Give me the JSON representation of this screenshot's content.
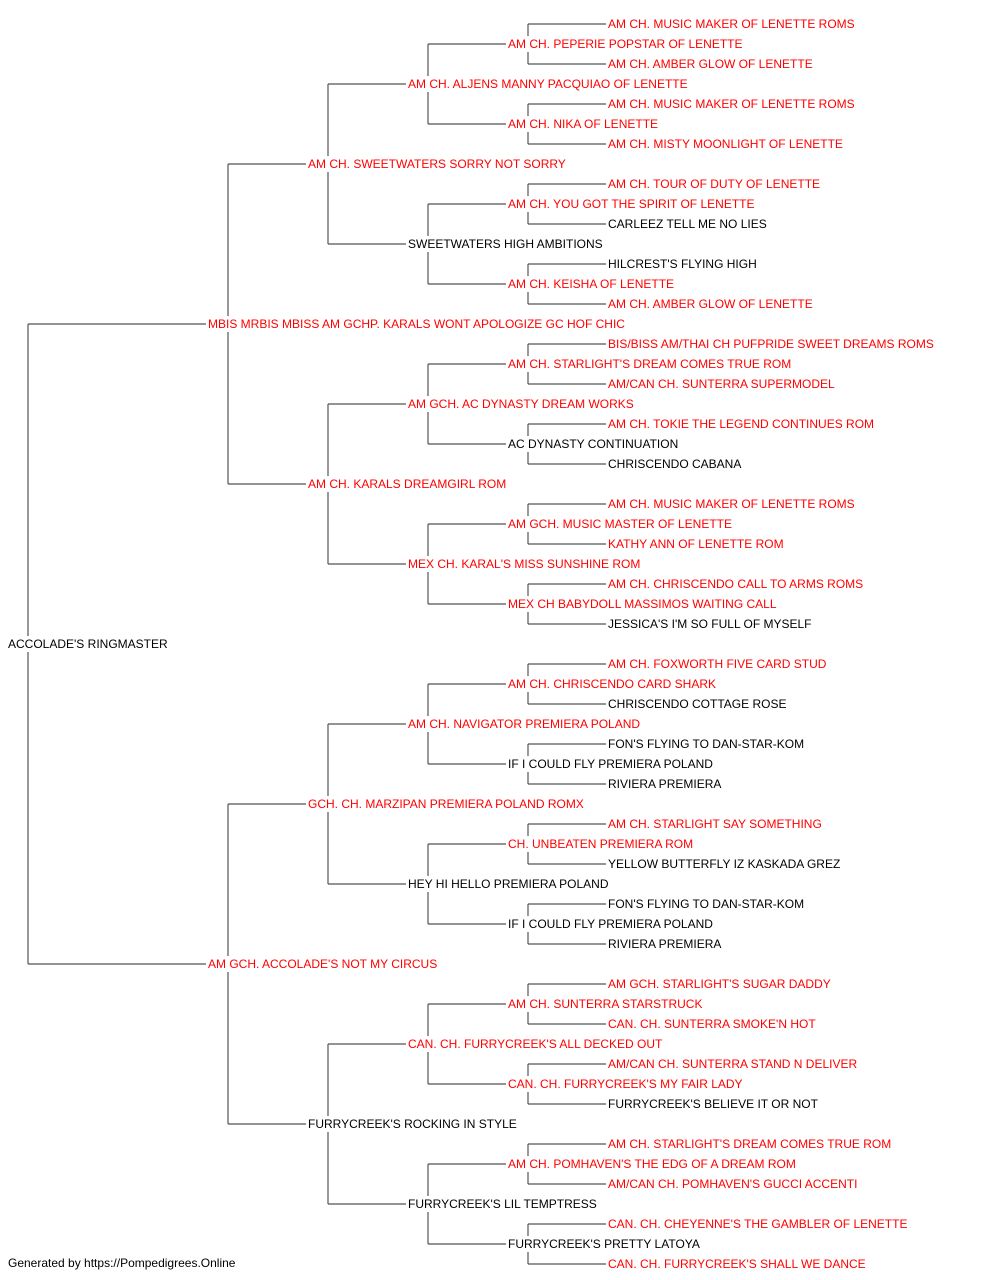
{
  "colors": {
    "champion": "#ff0000",
    "plain": "#000000",
    "line": "#555555"
  },
  "footer": "Generated by https://Pompedigrees.Online",
  "pedigree": {
    "name": "ACCOLADE'S RINGMASTER",
    "champion": false,
    "sire": {
      "name": "MBIS MRBIS MBISS AM GCHP. KARALS WONT APOLOGIZE GC HOF CHIC",
      "champion": true,
      "sire": {
        "name": "AM CH. SWEETWATERS SORRY NOT SORRY",
        "champion": true,
        "sire": {
          "name": "AM CH. ALJENS MANNY PACQUIAO OF LENETTE",
          "champion": true,
          "sire": {
            "name": "AM CH. PEPERIE POPSTAR OF LENETTE",
            "champion": true,
            "sire": {
              "name": "AM CH. MUSIC MAKER OF LENETTE ROMS",
              "champion": true
            },
            "dam": {
              "name": "AM CH. AMBER GLOW OF LENETTE",
              "champion": true
            }
          },
          "dam": {
            "name": "AM CH. NIKA OF LENETTE",
            "champion": true,
            "sire": {
              "name": "AM CH. MUSIC MAKER OF LENETTE ROMS",
              "champion": true
            },
            "dam": {
              "name": "AM CH. MISTY MOONLIGHT OF LENETTE",
              "champion": true
            }
          }
        },
        "dam": {
          "name": "SWEETWATERS HIGH AMBITIONS",
          "champion": false,
          "sire": {
            "name": "AM CH. YOU GOT THE SPIRIT OF LENETTE",
            "champion": true,
            "sire": {
              "name": "AM CH. TOUR OF DUTY OF LENETTE",
              "champion": true
            },
            "dam": {
              "name": "CARLEEZ TELL ME NO LIES",
              "champion": false
            }
          },
          "dam": {
            "name": "AM CH. KEISHA OF LENETTE",
            "champion": true,
            "sire": {
              "name": "HILCREST'S FLYING HIGH",
              "champion": false
            },
            "dam": {
              "name": "AM CH. AMBER GLOW OF LENETTE",
              "champion": true
            }
          }
        }
      },
      "dam": {
        "name": "AM CH. KARALS DREAMGIRL ROM",
        "champion": true,
        "sire": {
          "name": "AM GCH. AC DYNASTY DREAM WORKS",
          "champion": true,
          "sire": {
            "name": "AM CH. STARLIGHT'S DREAM COMES TRUE ROM",
            "champion": true,
            "sire": {
              "name": "BIS/BISS AM/THAI CH PUFPRIDE SWEET DREAMS ROMS",
              "champion": true
            },
            "dam": {
              "name": "AM/CAN CH. SUNTERRA SUPERMODEL",
              "champion": true
            }
          },
          "dam": {
            "name": "AC DYNASTY CONTINUATION",
            "champion": false,
            "sire": {
              "name": "AM CH. TOKIE THE LEGEND CONTINUES ROM",
              "champion": true
            },
            "dam": {
              "name": "CHRISCENDO CABANA",
              "champion": false
            }
          }
        },
        "dam": {
          "name": "MEX CH. KARAL'S MISS SUNSHINE ROM",
          "champion": true,
          "sire": {
            "name": "AM GCH. MUSIC MASTER OF LENETTE",
            "champion": true,
            "sire": {
              "name": "AM CH. MUSIC MAKER OF LENETTE ROMS",
              "champion": true
            },
            "dam": {
              "name": "KATHY ANN OF LENETTE ROM",
              "champion": true
            }
          },
          "dam": {
            "name": "MEX CH BABYDOLL MASSIMOS WAITING CALL",
            "champion": true,
            "sire": {
              "name": "AM CH. CHRISCENDO CALL TO ARMS ROMS",
              "champion": true
            },
            "dam": {
              "name": "JESSICA'S I'M SO FULL OF MYSELF",
              "champion": false
            }
          }
        }
      }
    },
    "dam": {
      "name": "AM GCH. ACCOLADE'S NOT MY CIRCUS",
      "champion": true,
      "sire": {
        "name": "GCH. CH. MARZIPAN PREMIERA POLAND ROMX",
        "champion": true,
        "sire": {
          "name": "AM CH. NAVIGATOR PREMIERA POLAND",
          "champion": true,
          "sire": {
            "name": "AM CH. CHRISCENDO CARD SHARK",
            "champion": true,
            "sire": {
              "name": "AM CH. FOXWORTH FIVE CARD STUD",
              "champion": true
            },
            "dam": {
              "name": "CHRISCENDO COTTAGE ROSE",
              "champion": false
            }
          },
          "dam": {
            "name": "IF I COULD FLY PREMIERA POLAND",
            "champion": false,
            "sire": {
              "name": "FON'S FLYING TO DAN-STAR-KOM",
              "champion": false
            },
            "dam": {
              "name": "RIVIERA PREMIERA",
              "champion": false
            }
          }
        },
        "dam": {
          "name": "HEY HI HELLO PREMIERA POLAND",
          "champion": false,
          "sire": {
            "name": "CH. UNBEATEN PREMIERA ROM",
            "champion": true,
            "sire": {
              "name": "AM CH. STARLIGHT SAY SOMETHING",
              "champion": true
            },
            "dam": {
              "name": "YELLOW BUTTERFLY IZ KASKADA GREZ",
              "champion": false
            }
          },
          "dam": {
            "name": "IF I COULD FLY PREMIERA POLAND",
            "champion": false,
            "sire": {
              "name": "FON'S FLYING TO DAN-STAR-KOM",
              "champion": false
            },
            "dam": {
              "name": "RIVIERA PREMIERA",
              "champion": false
            }
          }
        }
      },
      "dam": {
        "name": "FURRYCREEK'S ROCKING IN STYLE",
        "champion": false,
        "sire": {
          "name": "CAN. CH. FURRYCREEK'S ALL DECKED OUT",
          "champion": true,
          "sire": {
            "name": "AM CH. SUNTERRA STARSTRUCK",
            "champion": true,
            "sire": {
              "name": "AM GCH. STARLIGHT'S SUGAR DADDY",
              "champion": true
            },
            "dam": {
              "name": "CAN. CH. SUNTERRA SMOKE'N HOT",
              "champion": true
            }
          },
          "dam": {
            "name": "CAN. CH. FURRYCREEK'S MY FAIR LADY",
            "champion": true,
            "sire": {
              "name": "AM/CAN CH. SUNTERRA STAND N DELIVER",
              "champion": true
            },
            "dam": {
              "name": "FURRYCREEK'S BELIEVE IT OR NOT",
              "champion": false
            }
          }
        },
        "dam": {
          "name": "FURRYCREEK'S LIL TEMPTRESS",
          "champion": false,
          "sire": {
            "name": "AM CH. POMHAVEN'S THE EDG OF A DREAM ROM",
            "champion": true,
            "sire": {
              "name": "AM CH. STARLIGHT'S DREAM COMES TRUE ROM",
              "champion": true
            },
            "dam": {
              "name": "AM/CAN CH. POMHAVEN'S GUCCI ACCENTI",
              "champion": true
            }
          },
          "dam": {
            "name": "FURRYCREEK'S PRETTY LATOYA",
            "champion": false,
            "sire": {
              "name": "CAN. CH. CHEYENNE'S THE GAMBLER OF LENETTE",
              "champion": true
            },
            "dam": {
              "name": "CAN. CH. FURRYCREEK'S SHALL WE DANCE",
              "champion": true
            }
          }
        }
      }
    }
  }
}
